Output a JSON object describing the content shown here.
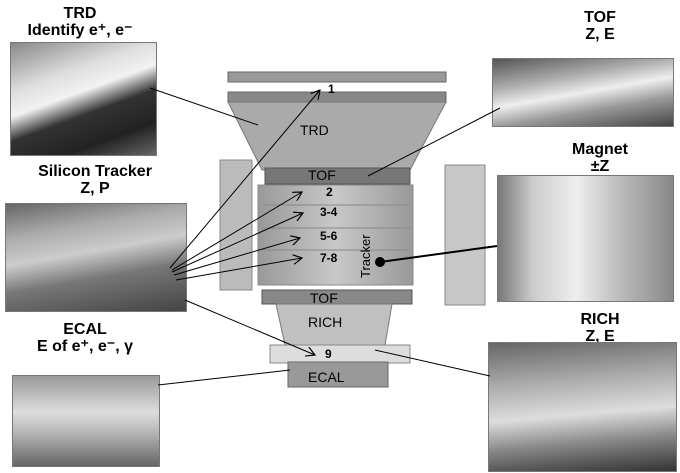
{
  "panels": {
    "trd": {
      "title": "TRD",
      "subtitle": "Identify e⁺, e⁻"
    },
    "tracker": {
      "title": "Silicon Tracker",
      "subtitle": "Z, P"
    },
    "ecal": {
      "title": "ECAL",
      "subtitle": "E of e⁺, e⁻, γ"
    },
    "tof": {
      "title": "TOF",
      "subtitle": "Z, E"
    },
    "magnet": {
      "title": "Magnet",
      "subtitle": "±Z"
    },
    "rich": {
      "title": "RICH",
      "subtitle": "Z, E"
    }
  },
  "detector": {
    "trd": "TRD",
    "tof_upper": "TOF",
    "tof_lower": "TOF",
    "rich": "RICH",
    "ecal": "ECAL",
    "tracker": "Tracker",
    "layers": [
      "1",
      "2",
      "3-4",
      "5-6",
      "7-8",
      "9"
    ]
  }
}
